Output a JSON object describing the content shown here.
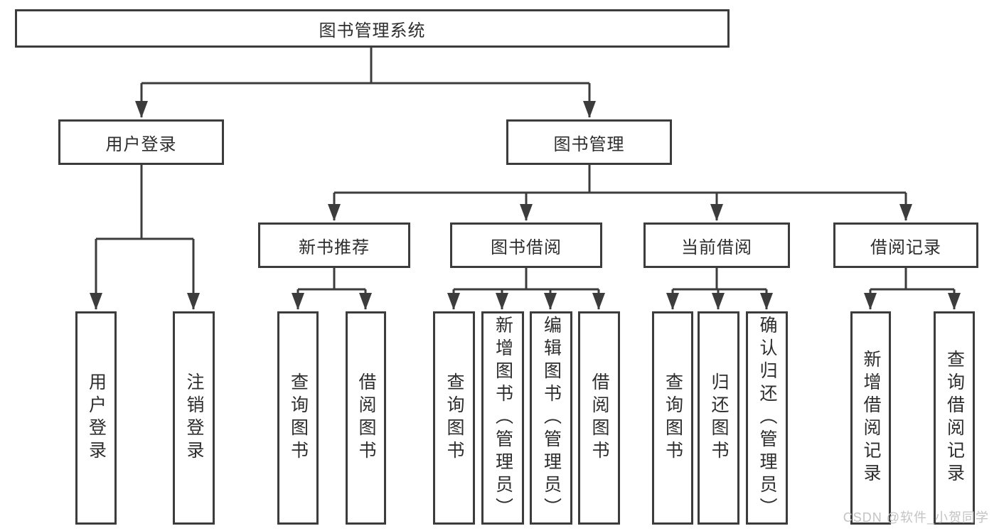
{
  "diagram_type": "functional-structure-tree",
  "colors": {
    "background": "#ffffff",
    "box_border": "#3c3c3c",
    "connector_line": "#3c3c3c",
    "text": "#2d2d2d",
    "watermark_text": "#c3c3c3"
  },
  "watermark": "CSDN @软件_小贺同学",
  "hierarchy": {
    "label": "图书管理系统",
    "children": [
      {
        "label": "用户登录",
        "children": [
          {
            "label": "用户登录"
          },
          {
            "label": "注销登录"
          }
        ]
      },
      {
        "label": "图书管理",
        "children": [
          {
            "label": "新书推荐",
            "children": [
              {
                "label": "查询图书"
              },
              {
                "label": "借阅图书"
              }
            ]
          },
          {
            "label": "图书借阅",
            "children": [
              {
                "label": "查询图书"
              },
              {
                "label": "新增图书（管理员）"
              },
              {
                "label": "编辑图书（管理员）"
              },
              {
                "label": "借阅图书"
              }
            ]
          },
          {
            "label": "当前借阅",
            "children": [
              {
                "label": "查询图书"
              },
              {
                "label": "归还图书"
              },
              {
                "label": "确认归还（管理员）"
              }
            ]
          },
          {
            "label": "借阅记录",
            "children": [
              {
                "label": "新增借阅记录"
              },
              {
                "label": "查询借阅记录"
              }
            ]
          }
        ]
      }
    ]
  }
}
